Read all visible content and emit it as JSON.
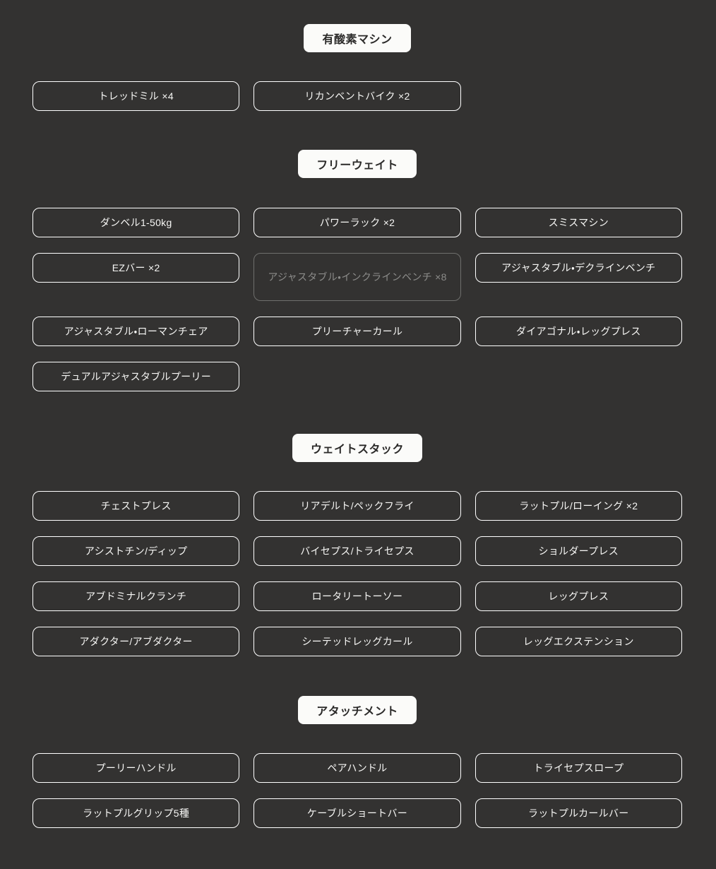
{
  "page": {
    "background_color": "#333231",
    "pill_color": "#fbfbf9",
    "pill_text_color": "#2b2a29",
    "card_border_color": "#ffffff",
    "card_text_color": "#f7f7f5",
    "dimmed_border_color": "#6f6f6d",
    "dimmed_text_color": "#8c8c8a"
  },
  "sections": [
    {
      "id": "cardio",
      "title": "有酸素マシン",
      "items": [
        {
          "label": "トレッドミル ×4",
          "dimmed": false
        },
        {
          "label": "リカンベントバイク ×2",
          "dimmed": false
        }
      ]
    },
    {
      "id": "freeweight",
      "title": "フリーウェイト",
      "items": [
        {
          "label": "ダンベル1-50kg",
          "dimmed": false
        },
        {
          "label": "パワーラック ×2",
          "dimmed": false
        },
        {
          "label": "スミスマシン",
          "dimmed": false
        },
        {
          "label": "EZバー ×2",
          "dimmed": false
        },
        {
          "label": "アジャスタブル・インクラインベンチ ×8",
          "dimmed": true
        },
        {
          "label": "アジャスタブル・デクラインベンチ",
          "dimmed": false
        },
        {
          "label": "アジャスタブル・ローマンチェア",
          "dimmed": false
        },
        {
          "label": "プリーチャーカール",
          "dimmed": false
        },
        {
          "label": "ダイアゴナル・レッグプレス",
          "dimmed": false
        },
        {
          "label": "デュアルアジャスタブルプーリー",
          "dimmed": false
        }
      ]
    },
    {
      "id": "weightstack",
      "title": "ウェイトスタック",
      "items": [
        {
          "label": "チェストプレス",
          "dimmed": false
        },
        {
          "label": "リアデルト/ペックフライ",
          "dimmed": false
        },
        {
          "label": "ラットプル/ローイング ×2",
          "dimmed": false
        },
        {
          "label": "アシストチン/ディップ",
          "dimmed": false
        },
        {
          "label": "バイセプス/トライセプス",
          "dimmed": false
        },
        {
          "label": "ショルダープレス",
          "dimmed": false
        },
        {
          "label": "アブドミナルクランチ",
          "dimmed": false
        },
        {
          "label": "ロータリートーソー",
          "dimmed": false
        },
        {
          "label": "レッグプレス",
          "dimmed": false
        },
        {
          "label": "アダクター/アブダクター",
          "dimmed": false
        },
        {
          "label": "シーテッドレッグカール",
          "dimmed": false
        },
        {
          "label": "レッグエクステンション",
          "dimmed": false
        }
      ]
    },
    {
      "id": "attachment",
      "title": "アタッチメント",
      "items": [
        {
          "label": "プーリーハンドル",
          "dimmed": false
        },
        {
          "label": "ペアハンドル",
          "dimmed": false
        },
        {
          "label": "トライセプスロープ",
          "dimmed": false
        },
        {
          "label": "ラットプルグリップ5種",
          "dimmed": false
        },
        {
          "label": "ケーブルショートバー",
          "dimmed": false
        },
        {
          "label": "ラットプルカールバー",
          "dimmed": false
        }
      ]
    }
  ]
}
